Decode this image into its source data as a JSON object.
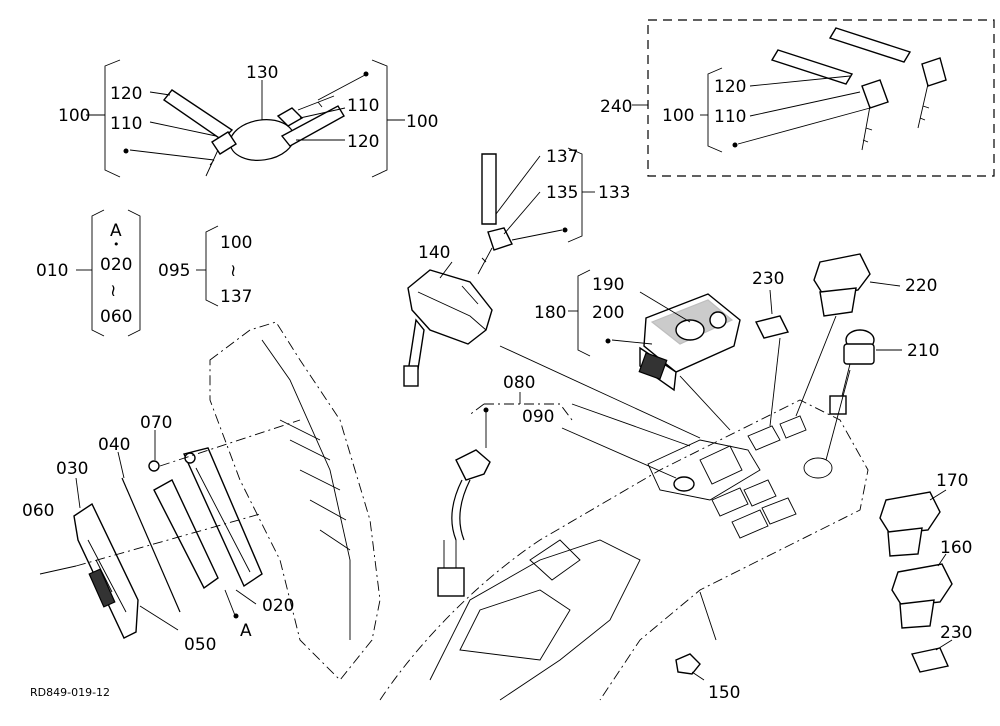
{
  "drawing_code": "RD849-019-12",
  "callouts": {
    "c100_a": "100",
    "c120_a": "120",
    "c130": "130",
    "c110_a": "110",
    "c110_b": "110",
    "c100_b": "100",
    "c120_b": "120",
    "c240": "240",
    "c100_c": "100",
    "c120_c": "120",
    "c110_c": "110",
    "c137_a": "137",
    "c135": "135",
    "c133": "133",
    "c010": "010",
    "c_a1": "A",
    "c_dot": "•",
    "c020_a": "020",
    "c_tilde1": "≀",
    "c060_a": "060",
    "c095": "095",
    "c100_d": "100",
    "c_tilde2": "≀",
    "c137_b": "137",
    "c140": "140",
    "c230_a": "230",
    "c220": "220",
    "c180": "180",
    "c190": "190",
    "c200": "200",
    "c210": "210",
    "c080": "080",
    "c090": "090",
    "c070": "070",
    "c040": "040",
    "c030": "030",
    "c060_b": "060",
    "c020_b": "020",
    "c_a2": "A",
    "c050": "050",
    "c170": "170",
    "c160": "160",
    "c230_b": "230",
    "c150": "150"
  }
}
